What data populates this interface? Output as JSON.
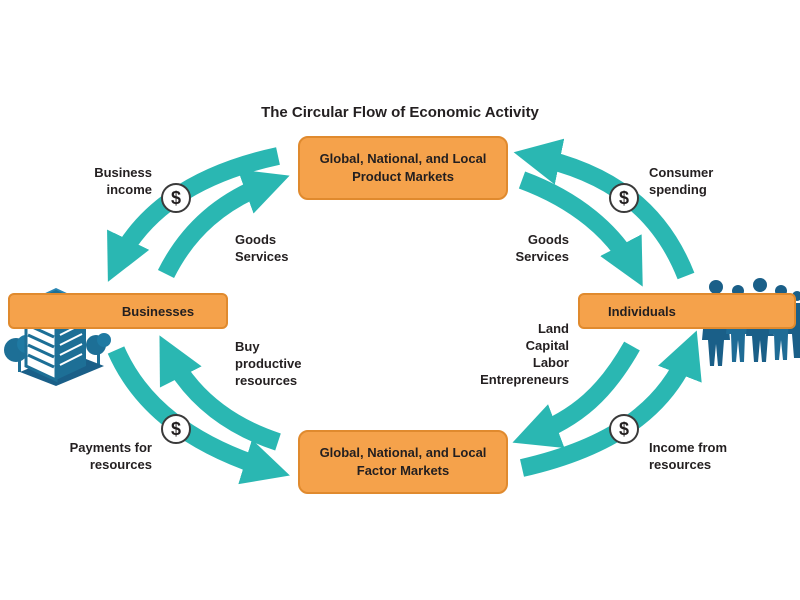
{
  "title": "The Circular Flow of Economic Activity",
  "markets": {
    "product": {
      "line1": "Global, National, and Local",
      "line2": "Product Markets"
    },
    "factor": {
      "line1": "Global, National, and Local",
      "line2": "Factor Markets"
    }
  },
  "actors": {
    "businesses": "Businesses",
    "individuals": "Individuals"
  },
  "flows": {
    "business_income": [
      "Business",
      "income"
    ],
    "consumer_spending": [
      "Consumer",
      "spending"
    ],
    "goods_services_left": [
      "Goods",
      "Services"
    ],
    "goods_services_right": [
      "Goods",
      "Services"
    ],
    "buy_productive_resources": [
      "Buy",
      "productive",
      "resources"
    ],
    "factors": [
      "Land",
      "Capital",
      "Labor",
      "Entrepreneurs"
    ],
    "payments_for_resources": [
      "Payments for",
      "resources"
    ],
    "income_from_resources": [
      "Income from",
      "resources"
    ]
  },
  "dollar_symbol": "$",
  "colors": {
    "teal_arrow": "#2ab7b2",
    "market_orange": "#f5a24b",
    "building_blue": "#1d6f96",
    "people_blue": "#1a5f88"
  },
  "icons": {
    "businesses": "office-building-icon",
    "individuals": "people-silhouettes-icon"
  }
}
